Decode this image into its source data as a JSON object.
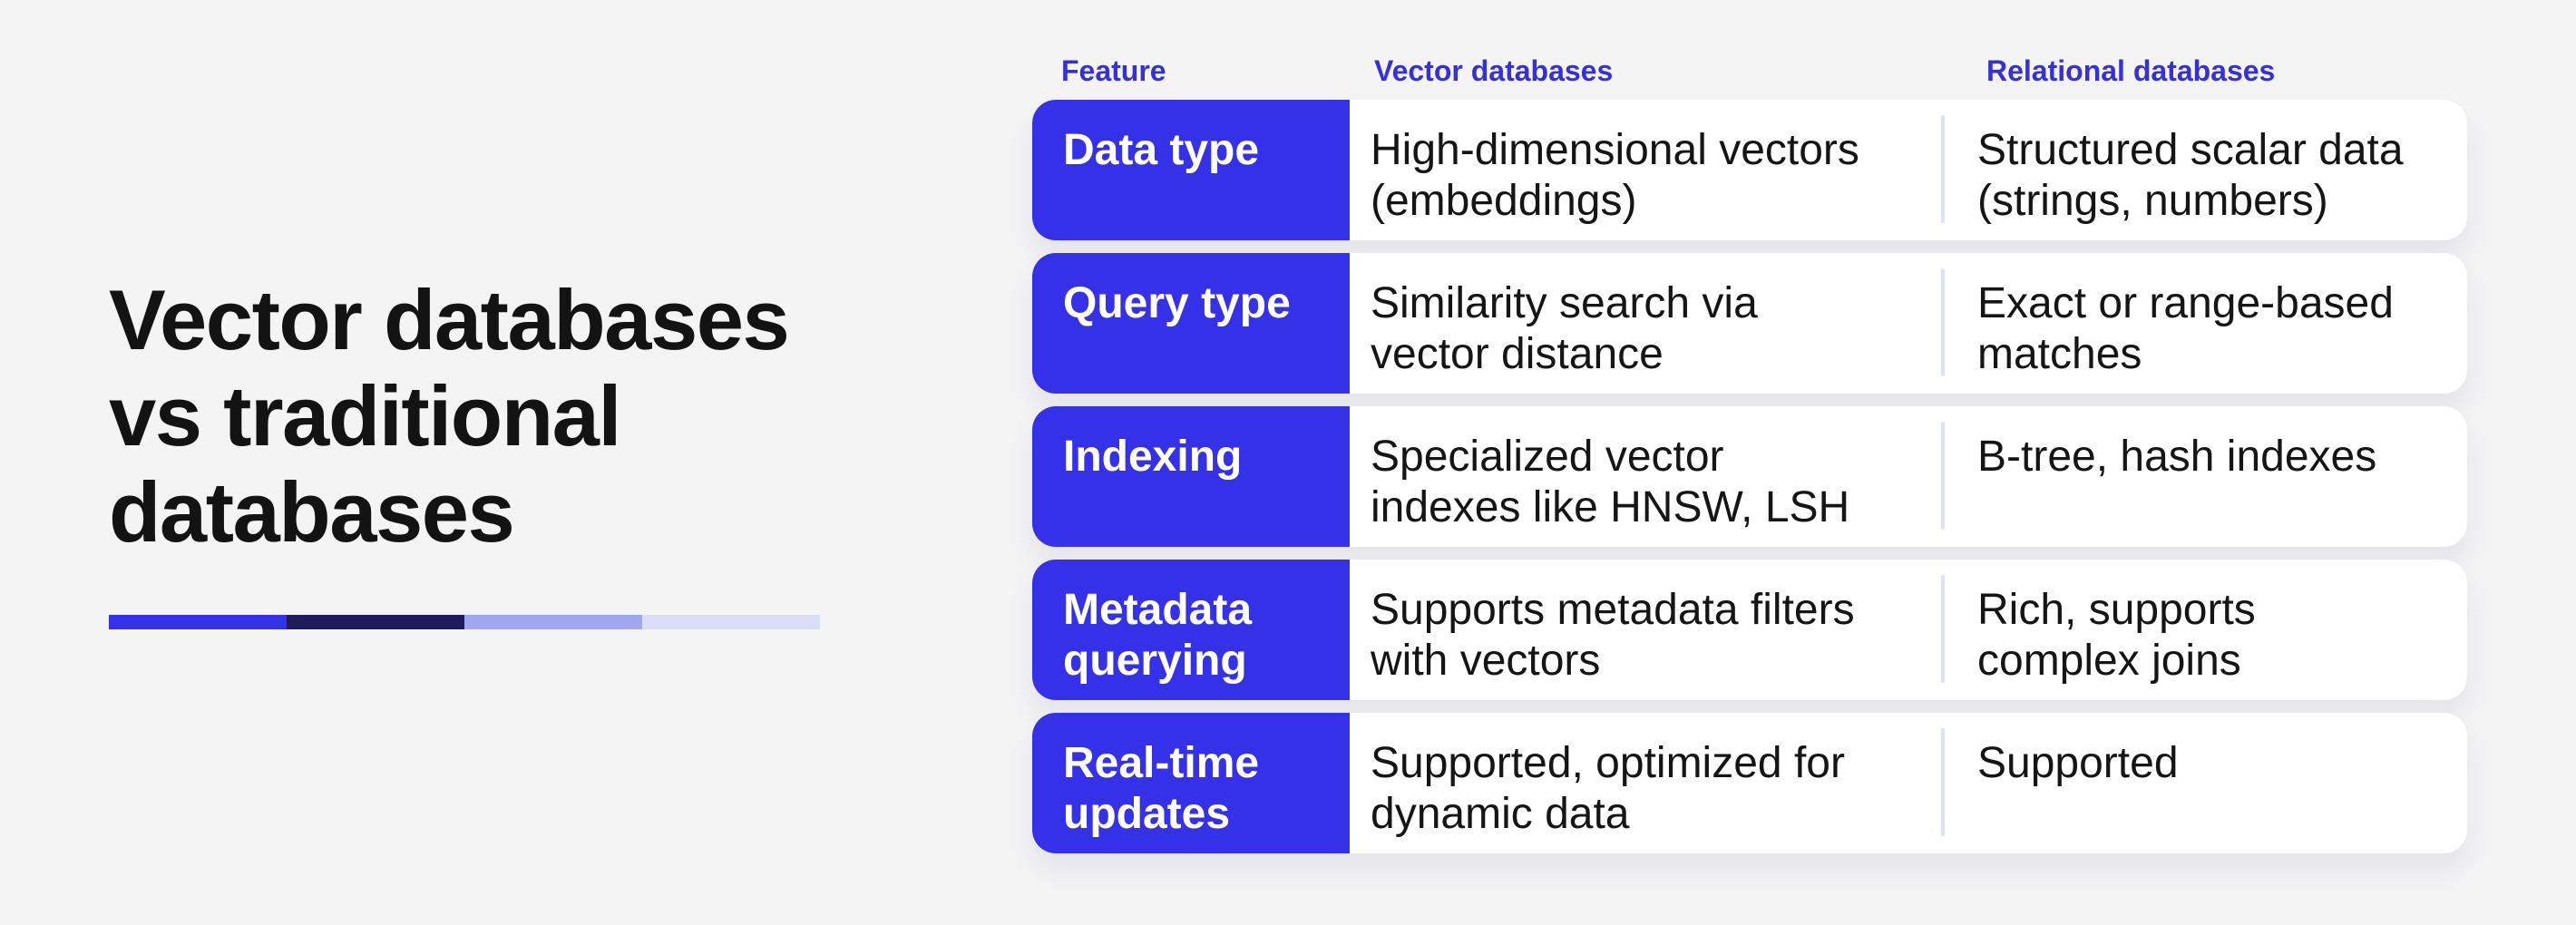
{
  "canvas": {
    "background": "#f4f4f5"
  },
  "title": {
    "text": "Vector databases\nvs traditional\ndatabases",
    "color": "#131313"
  },
  "accent_bar": {
    "colors": [
      "#3431e8",
      "#201b5e",
      "#a0a6f0",
      "#dcdef8"
    ]
  },
  "table": {
    "header_color": "#3530d8",
    "label_bg": "#3431e8",
    "headers": [
      "Feature",
      "Vector databases",
      "Relational databases"
    ],
    "rows": [
      {
        "feature": "Data type",
        "vector": "High-dimensional vectors\n(embeddings)",
        "relational": "Structured scalar data\n(strings, numbers)"
      },
      {
        "feature": "Query type",
        "vector": "Similarity search via\nvector distance",
        "relational": "Exact or range-based\nmatches"
      },
      {
        "feature": "Indexing",
        "vector": "Specialized vector\nindexes like HNSW, LSH",
        "relational": "B-tree, hash indexes"
      },
      {
        "feature": "Metadata\nquerying",
        "vector": "Supports metadata filters\nwith vectors",
        "relational": "Rich, supports\ncomplex joins"
      },
      {
        "feature": "Real-time\nupdates",
        "vector": "Supported, optimized for\ndynamic data",
        "relational": "Supported"
      }
    ]
  }
}
